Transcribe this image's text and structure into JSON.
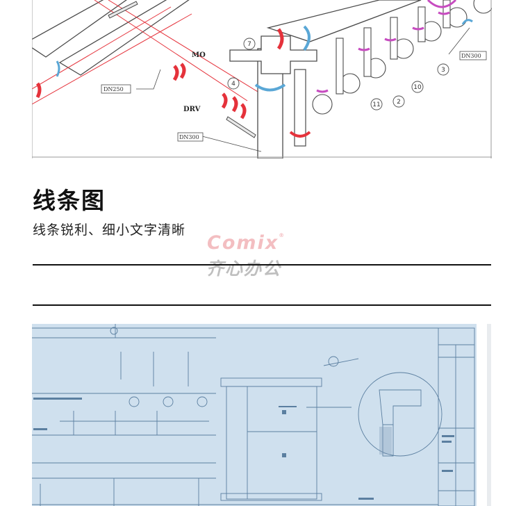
{
  "top_drawing": {
    "labels": {
      "mo": "MO",
      "drv": "DRV",
      "dn250": "DN250",
      "dn300_bottom": "DN300",
      "dn300_right": "DN300"
    },
    "callouts": [
      "7",
      "4",
      "3",
      "10",
      "11",
      "2"
    ],
    "colors": {
      "pipe_red": "#e5323b",
      "pipe_blue": "#5aa7d6",
      "pipe_magenta": "#c74cc0",
      "line": "#4a4a4a"
    }
  },
  "section": {
    "title": "线条图",
    "subtitle": "线条锐利、细小文字清晰"
  },
  "watermark": {
    "brand": "Comix",
    "brand_mark": "®",
    "chinese": "齐心办公"
  },
  "blueprint": {
    "colors": {
      "paper": "#cfe0ee",
      "line": "#5b7fa0"
    }
  }
}
